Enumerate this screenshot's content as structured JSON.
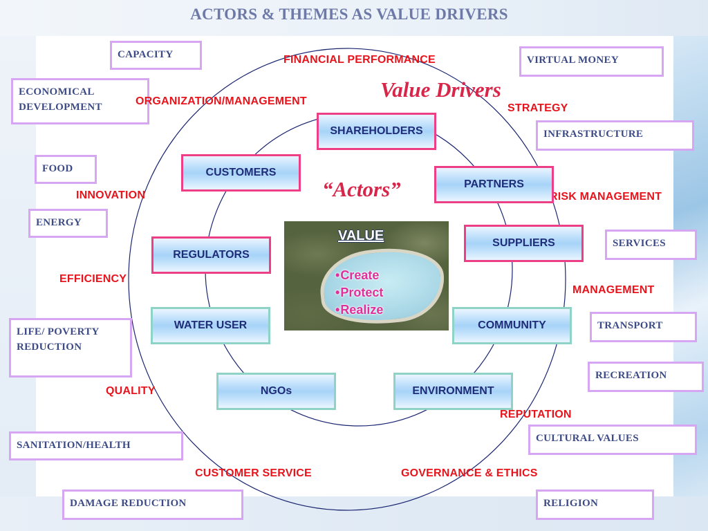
{
  "title": "ACTORS & THEMES AS VALUE DRIVERS",
  "value_drivers_label": "Value Drivers",
  "actors_label": "“Actors”",
  "value_box": {
    "heading": "VALUE",
    "items": [
      "Create",
      "Protect",
      "Realize"
    ]
  },
  "themes": {
    "capacity": "CAPACITY",
    "economical_development": "ECONOMICAL DEVELOPMENT",
    "food": "FOOD",
    "energy": "ENERGY",
    "life_poverty_reduction": "LIFE/ POVERTY REDUCTION",
    "sanitation_health": "SANITATION/HEALTH",
    "damage_reduction": "DAMAGE REDUCTION",
    "virtual_money": "VIRTUAL MONEY",
    "infrastructure": "INFRASTRUCTURE",
    "services": "SERVICES",
    "transport": "TRANSPORT",
    "recreation": "RECREATION",
    "cultural_values": "CULTURAL VALUES",
    "religion": "RELIGION"
  },
  "drivers": {
    "financial_performance": "FINANCIAL PERFORMANCE",
    "organization_management": "ORGANIZATION/MANAGEMENT",
    "strategy": "STRATEGY",
    "innovation": "INNOVATION",
    "risk_management": "RISK MANAGEMENT",
    "efficiency": "EFFICIENCY",
    "management": "MANAGEMENT",
    "quality": "QUALITY",
    "reputation": "REPUTATION",
    "customer_service": "CUSTOMER SERVICE",
    "governance_ethics": "GOVERNANCE & ETHICS"
  },
  "actors": {
    "shareholders": "SHAREHOLDERS",
    "customers": "CUSTOMERS",
    "partners": "PARTNERS",
    "regulators": "REGULATORS",
    "suppliers": "SUPPLIERS",
    "water_user": "WATER USER",
    "community": "COMMUNITY",
    "ngos": "NGOs",
    "environment": "ENVIRONMENT"
  },
  "colors": {
    "title": "#6d7aa8",
    "theme_border": "#d7a6f3",
    "driver_text": "#e8141c",
    "actor_border_pink": "#ec3f86",
    "actor_border_green": "#8ed3c5",
    "actor_text": "#1f2d78",
    "label_red": "#d8264a",
    "value_list": "#e02e9a"
  }
}
